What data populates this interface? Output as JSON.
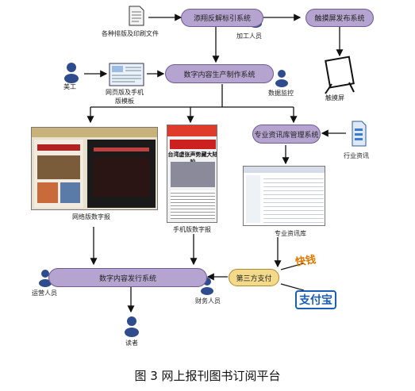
{
  "nodes": {
    "mark_system": "添翔反解标引系统",
    "touch_publish": "触摸屏发布系统",
    "production_system": "数字内容生产制作系统",
    "pro_info_mgmt": "专业资讯库管理系统",
    "distribution": "数字内容发行系统",
    "third_party_pay": "第三方支付"
  },
  "labels": {
    "source_files": "各种排版及印刷文件",
    "processor": "加工人员",
    "touchscreen": "触摸屏",
    "artist": "美工",
    "template": "网页版及手机\n版模板",
    "data_monitor": "数据监控",
    "industry_info": "行业资讯",
    "web_edition": "网络版数字报",
    "mobile_edition": "手机版数字报",
    "pro_info_db": "专业资讯库",
    "operator": "运营人员",
    "finance": "财务人员",
    "reader": "读者"
  },
  "logos": {
    "quick_money": "快钱",
    "alipay": "支付宝"
  },
  "screens": {
    "mobile_headline": "台湾虚张声势藏大陆吵"
  },
  "caption": "图 3  网上报刊图书订阅平台"
}
